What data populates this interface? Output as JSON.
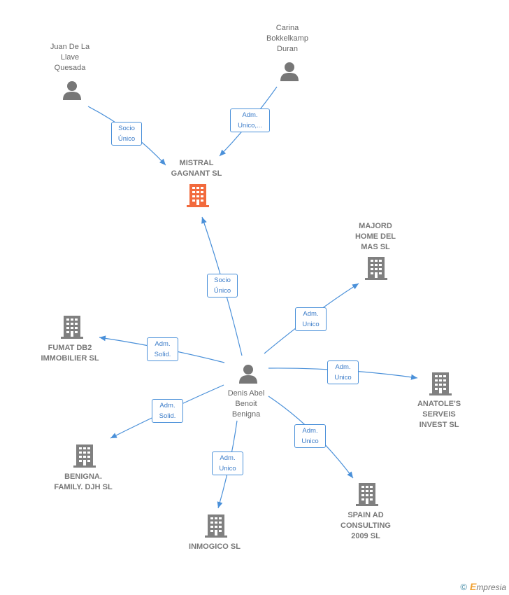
{
  "colors": {
    "edge": "#4a90d9",
    "person": "#777777",
    "company": "#808080",
    "focus_company": "#f26a3d"
  },
  "nodes": {
    "juan": {
      "type": "person",
      "label": "Juan De La\nLlave\nQuesada"
    },
    "carina": {
      "type": "person",
      "label": "Carina\nBokkelkamp\nDuran"
    },
    "mistral": {
      "type": "company",
      "focus": true,
      "label": "MISTRAL\nGAGNANT  SL"
    },
    "majord": {
      "type": "company",
      "label": "MAJORD\nHOME DEL\nMAS  SL"
    },
    "fumat": {
      "type": "company",
      "label": "FUMAT DB2\nIMMOBILIER SL"
    },
    "denis": {
      "type": "person",
      "label": "Denis Abel\nBenoit\nBenigna"
    },
    "anatole": {
      "type": "company",
      "label": "ANATOLE'S\nSERVEIS\nINVEST  SL"
    },
    "benigna": {
      "type": "company",
      "label": "BENIGNA.\nFAMILY. DJH SL"
    },
    "spain": {
      "type": "company",
      "label": "SPAIN AD\nCONSULTING\n2009 SL"
    },
    "inmogico": {
      "type": "company",
      "label": "INMOGICO  SL"
    }
  },
  "edges": [
    {
      "from": "juan",
      "to": "mistral",
      "label": "Socio\nÚnico"
    },
    {
      "from": "carina",
      "to": "mistral",
      "label": "Adm.\nUnico,..."
    },
    {
      "from": "denis",
      "to": "mistral",
      "label": "Socio\nÚnico"
    },
    {
      "from": "denis",
      "to": "majord",
      "label": "Adm.\nUnico"
    },
    {
      "from": "denis",
      "to": "fumat",
      "label": "Adm.\nSolid."
    },
    {
      "from": "denis",
      "to": "anatole",
      "label": "Adm.\nUnico"
    },
    {
      "from": "denis",
      "to": "benigna",
      "label": "Adm.\nSolid."
    },
    {
      "from": "denis",
      "to": "spain",
      "label": "Adm.\nUnico"
    },
    {
      "from": "denis",
      "to": "inmogico",
      "label": "Adm.\nUnico"
    }
  ],
  "brand": {
    "copyright": "©",
    "name": "mpresia",
    "initial": "E"
  }
}
